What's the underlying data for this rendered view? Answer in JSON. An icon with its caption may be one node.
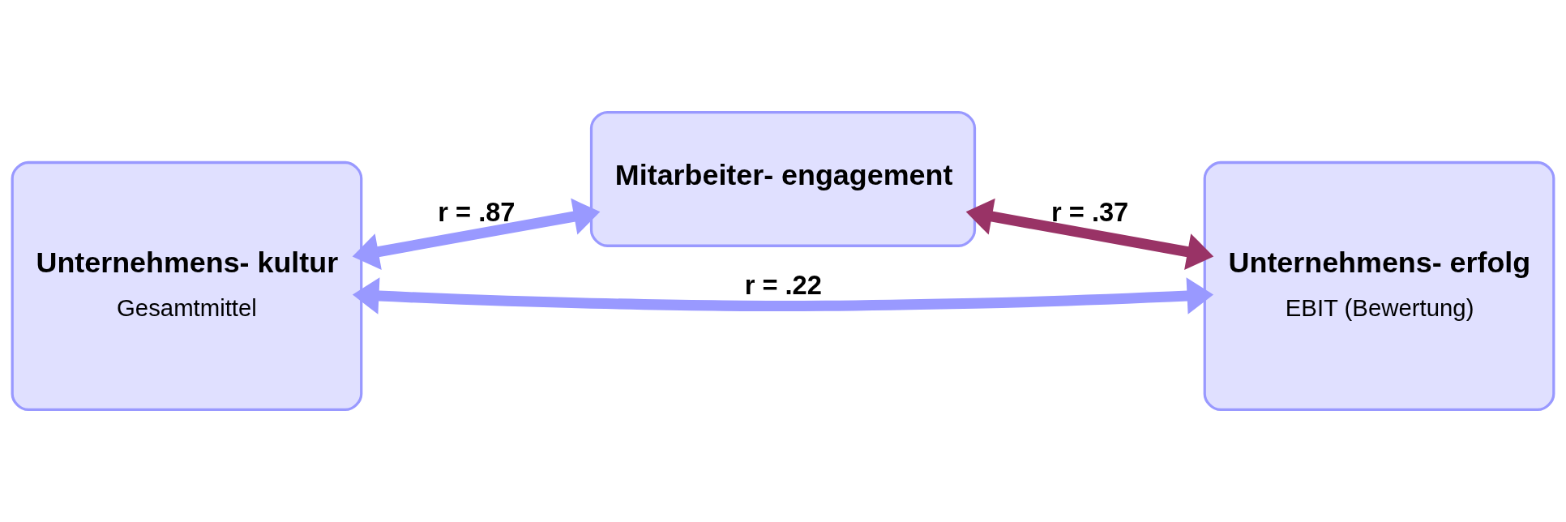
{
  "diagram": {
    "nodes": [
      {
        "text": [
          "Unternehmens- kultur",
          "Gesamtmittel"
        ]
      },
      {
        "text": [
          "Mitarbeiter- engagement"
        ]
      },
      {
        "text": [
          "Unternehmens- erfolg",
          "EBIT (Bewertung)"
        ]
      }
    ],
    "edges": [
      {
        "from": 0,
        "to": 1,
        "arrow": "both",
        "label": "r = .87"
      },
      {
        "from": 1,
        "to": 2,
        "arrow": "both",
        "label": "r = .37",
        "color": "#993366"
      },
      {
        "from": 0,
        "to": 2,
        "arrow": "both",
        "label": "r = .22"
      }
    ]
  }
}
